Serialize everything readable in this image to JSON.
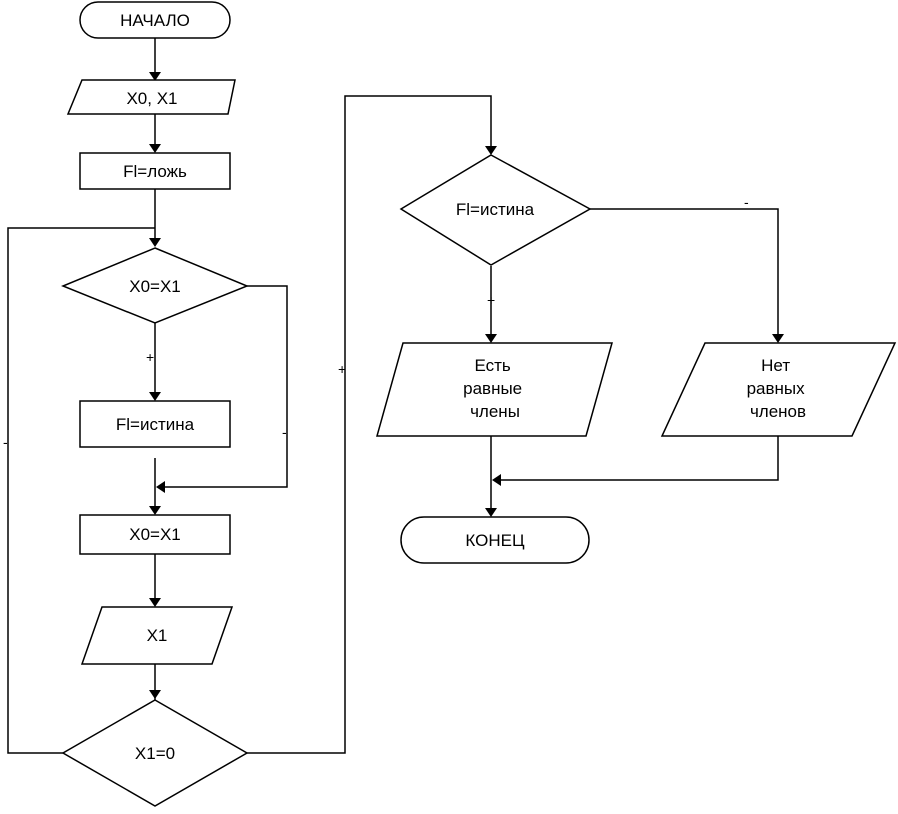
{
  "nodes": {
    "start": "НАЧАЛО",
    "input_x0_x1": "X0, X1",
    "fl_false": "Fl=ложь",
    "check_x0_eq_x1": "X0=X1",
    "fl_true": "Fl=истина",
    "assign_x0_x1": "X0=X1",
    "input_x1": "X1",
    "check_x1_zero": "X1=0",
    "check_fl_true": "Fl=истина",
    "out_equal": [
      "Есть",
      "равные",
      "члены"
    ],
    "out_not_equal": [
      "Нет",
      "равных",
      "членов"
    ],
    "end": "КОНЕЦ"
  },
  "branch_labels": {
    "yes": "+",
    "no": "-"
  }
}
